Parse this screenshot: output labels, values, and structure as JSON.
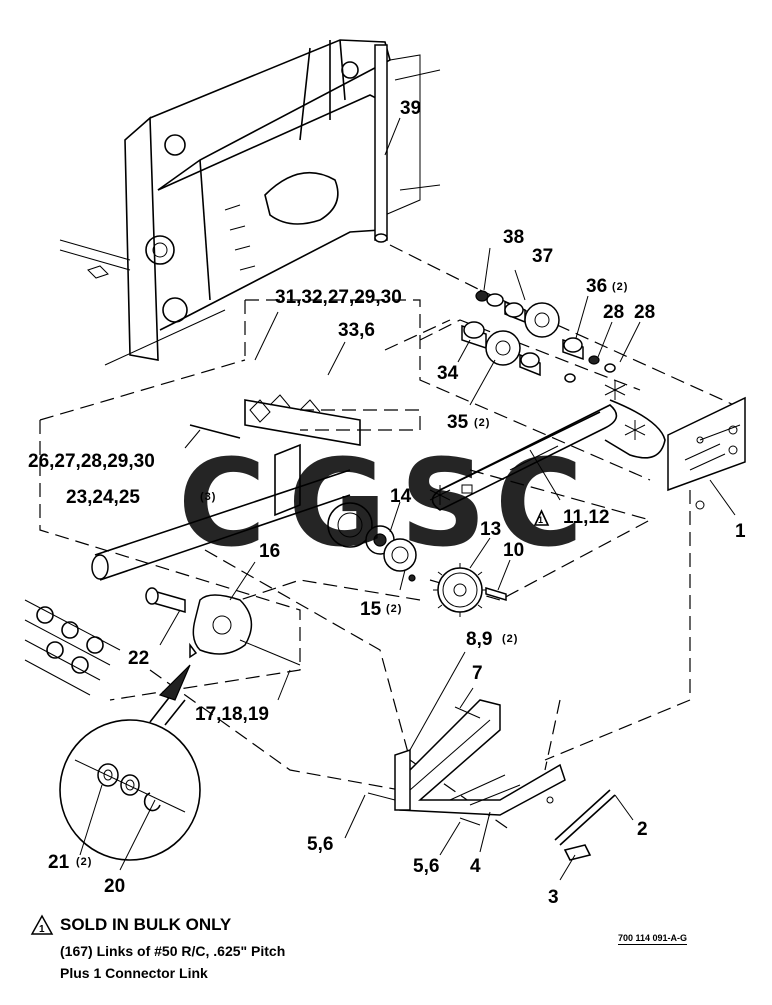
{
  "callouts": {
    "c39": "39",
    "c38": "38",
    "c37": "37",
    "c36": "36",
    "c36q": "(2)",
    "c28a": "28",
    "c28b": "28",
    "c31": "31,32,27,29,30",
    "c33": "33,6",
    "c34": "34",
    "c35": "35",
    "c35q": "(2)",
    "c26": "26,27,28,29,30",
    "c23": "23,24,25",
    "c23q": "(3)",
    "c14": "14",
    "c11": "11,12",
    "c1": "1",
    "c13": "13",
    "c10": "10",
    "c16": "16",
    "c15": "15",
    "c15q": "(2)",
    "c22": "22",
    "c89": "8,9",
    "c89q": "(2)",
    "c7": "7",
    "c17": "17,18,19",
    "c56a": "5,6",
    "c56b": "5,6",
    "c4": "4",
    "c2": "2",
    "c3": "3",
    "c21": "21",
    "c21q": "(2)",
    "c20": "20",
    "tri_mark": "1"
  },
  "watermark": {
    "letters": [
      "C",
      "G",
      "S",
      "C"
    ],
    "colors": [
      "#4a8fe8",
      "#e8524a",
      "#f5c518",
      "#2fa56a"
    ]
  },
  "notes": {
    "title": "SOLD IN BULK ONLY",
    "line1": "(167) Links of #50 R/C, .625\" Pitch",
    "line2": "Plus 1 Connector Link"
  },
  "drawing_number": "700 114 091-A-G"
}
